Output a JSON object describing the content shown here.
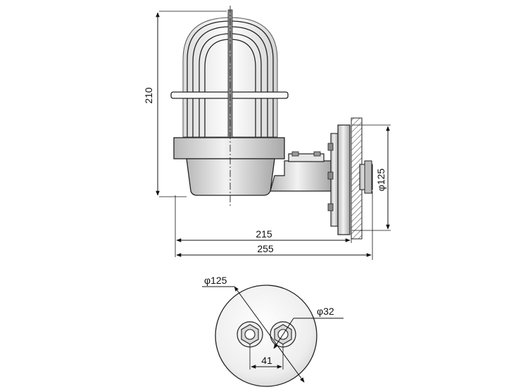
{
  "dimensions": {
    "height_210": "210",
    "width_215": "215",
    "width_255": "255",
    "flange_dia_side": "φ125",
    "flange_dia_bottom": "φ125",
    "hole_dia": "φ32",
    "hole_spacing": "41"
  }
}
